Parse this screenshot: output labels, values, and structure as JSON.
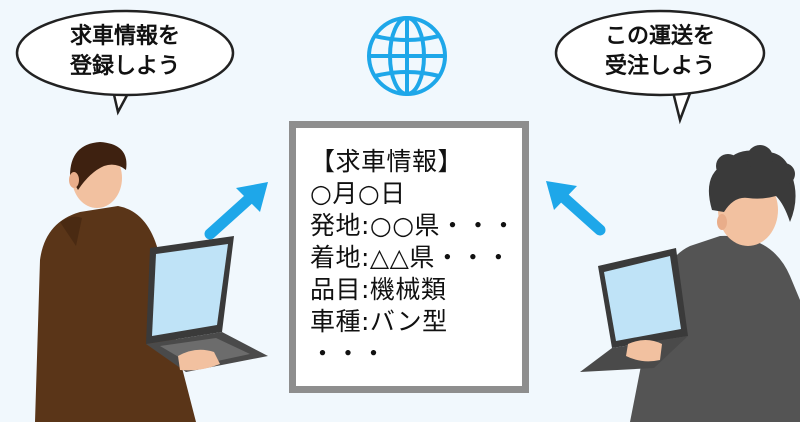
{
  "left_bubble": {
    "line1": "求車情報を",
    "line2": "登録しよう"
  },
  "right_bubble": {
    "line1": "この運送を",
    "line2": "受注しよう"
  },
  "info_card": {
    "lines": [
      "【求車情報】",
      "○月○日",
      "発地:○○県・・・",
      "着地:△△県・・・",
      "品目:機械類",
      "車種:バン型",
      "・・・"
    ]
  },
  "icons": {
    "globe": "globe-icon",
    "arrow_left": "arrow-up-right-icon",
    "arrow_right": "arrow-up-left-icon"
  },
  "colors": {
    "background": "#f1f8fd",
    "arrow": "#1ea7e9",
    "globe": "#1ea7e9",
    "card_border": "#8e8e8e",
    "left_person_shirt": "#5a3518",
    "right_person_shirt": "#545454"
  }
}
